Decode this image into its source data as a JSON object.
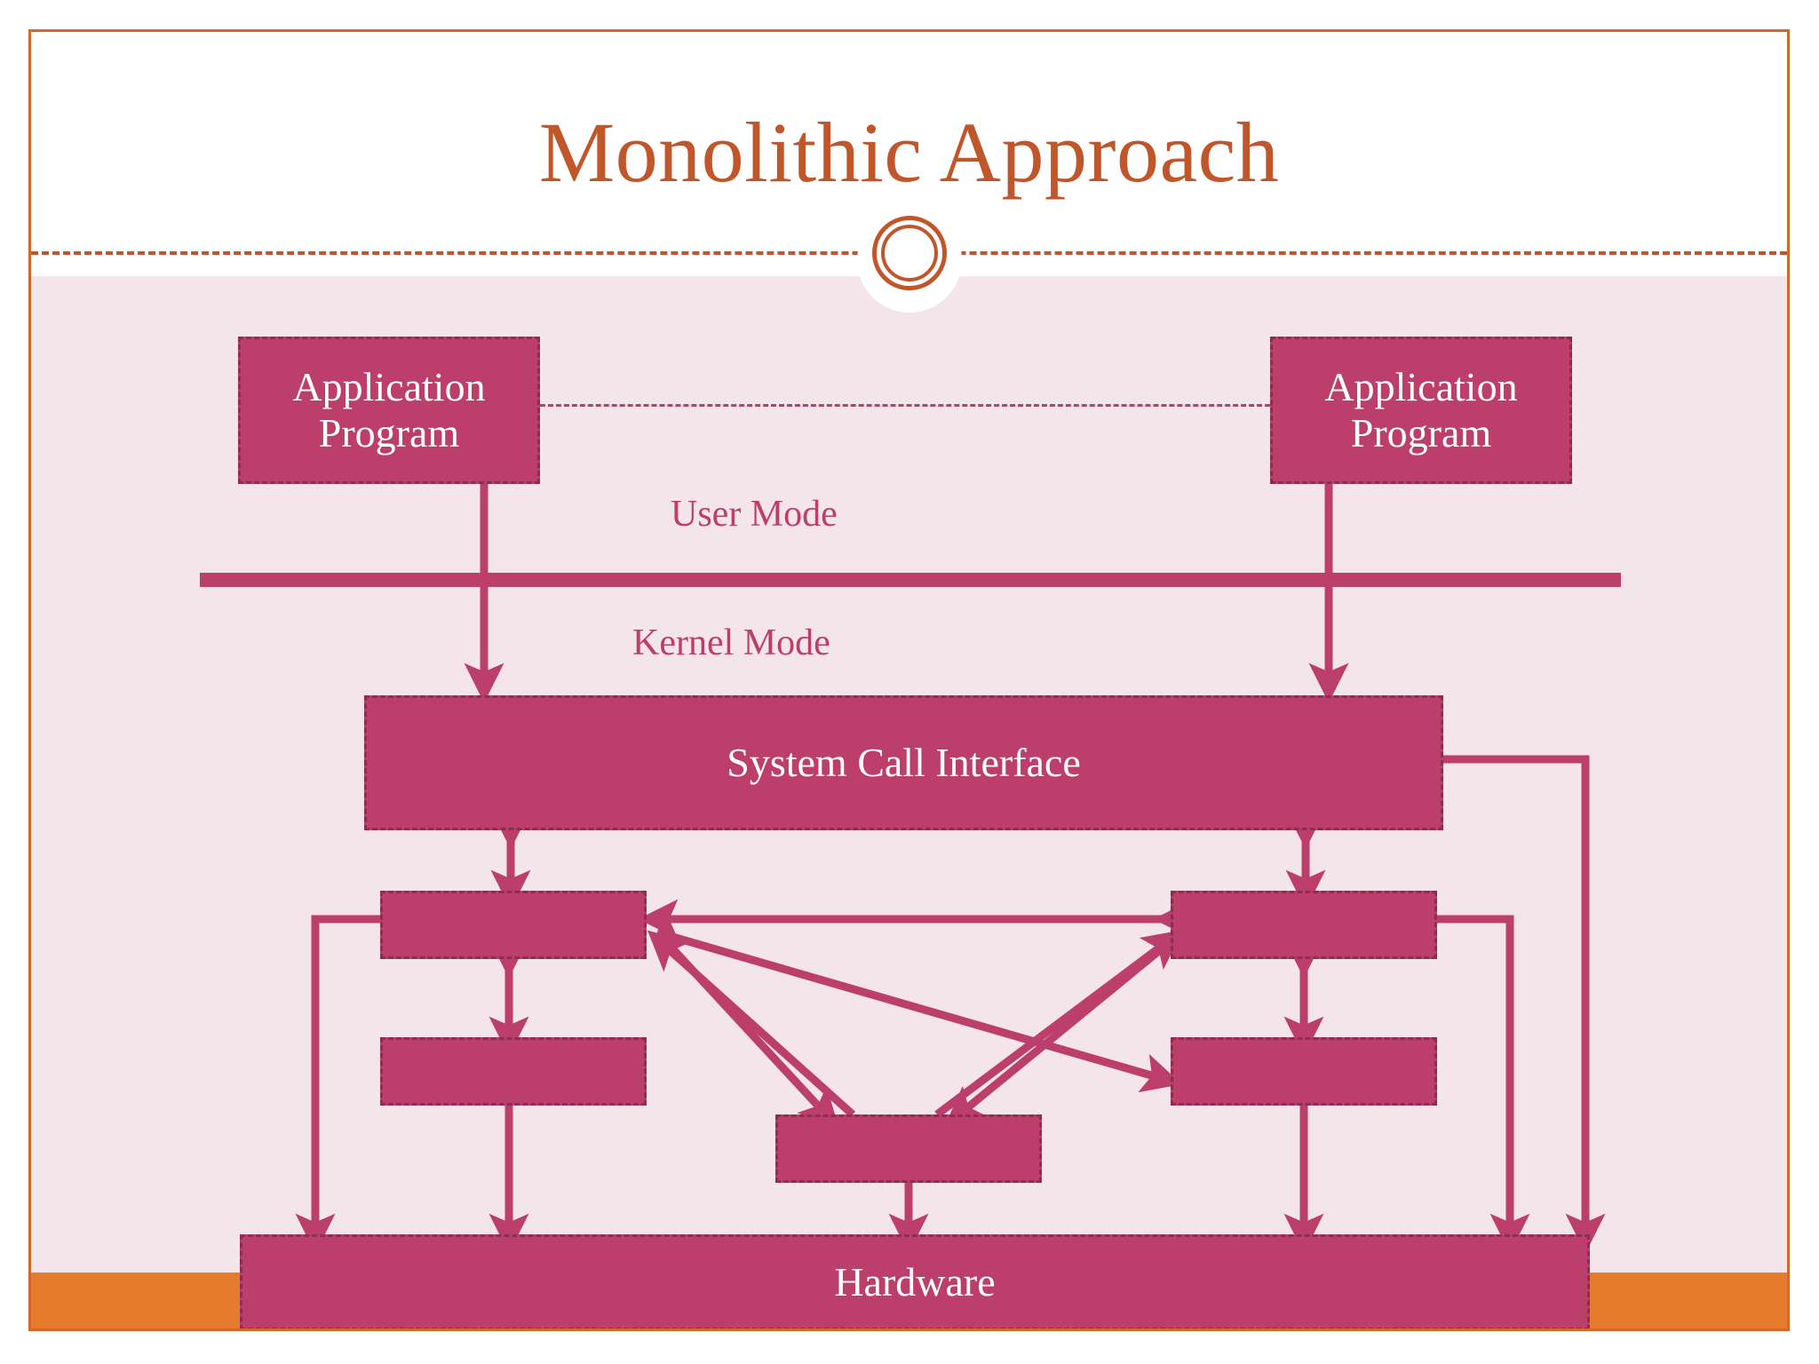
{
  "slide": {
    "title": "Monolithic Approach",
    "theme": {
      "accent_orange": "#c0562a",
      "band_orange": "#e57b2c",
      "node_fill": "#bc3e6b",
      "node_border": "#8e2d50",
      "panel_background": "#f4e5eb",
      "header_background": "#ffffff",
      "node_text": "#ffffff",
      "label_text": "#bc3e6b"
    },
    "ornament": "double-ring-circle-icon"
  },
  "diagram": {
    "type": "block-diagram",
    "mode_labels": {
      "user": "User Mode",
      "kernel": "Kernel Mode"
    },
    "nodes": [
      {
        "id": "app_left",
        "label": "Application\nProgram",
        "line1": "Application",
        "line2": "Program"
      },
      {
        "id": "app_right",
        "label": "Application\nProgram",
        "line1": "Application",
        "line2": "Program"
      },
      {
        "id": "sci",
        "label": "System Call Interface"
      },
      {
        "id": "mod_a",
        "label": ""
      },
      {
        "id": "mod_b",
        "label": ""
      },
      {
        "id": "mod_c",
        "label": ""
      },
      {
        "id": "mod_d",
        "label": ""
      },
      {
        "id": "mod_e",
        "label": ""
      },
      {
        "id": "hardware",
        "label": "Hardware"
      }
    ],
    "edges": [
      {
        "from": "app_left",
        "to": "app_right",
        "style": "dashed",
        "arrows": "none"
      },
      {
        "from": "app_left",
        "to": "sci",
        "style": "solid",
        "arrows": "end"
      },
      {
        "from": "app_right",
        "to": "sci",
        "style": "solid",
        "arrows": "end"
      },
      {
        "from": "sci",
        "to": "mod_a",
        "style": "solid",
        "arrows": "both"
      },
      {
        "from": "sci",
        "to": "mod_c",
        "style": "solid",
        "arrows": "both"
      },
      {
        "from": "mod_a",
        "to": "mod_b",
        "style": "solid",
        "arrows": "both"
      },
      {
        "from": "mod_c",
        "to": "mod_d",
        "style": "solid",
        "arrows": "both"
      },
      {
        "from": "mod_c",
        "to": "mod_a",
        "style": "solid",
        "arrows": "both"
      },
      {
        "from": "mod_a",
        "to": "mod_e",
        "style": "solid",
        "arrows": "end"
      },
      {
        "from": "mod_c",
        "to": "mod_e",
        "style": "solid",
        "arrows": "end"
      },
      {
        "from": "mod_e",
        "to": "mod_a",
        "style": "solid",
        "arrows": "end"
      },
      {
        "from": "mod_e",
        "to": "mod_c",
        "style": "solid",
        "arrows": "end"
      },
      {
        "from": "mod_a",
        "to": "mod_d",
        "style": "solid",
        "arrows": "end"
      },
      {
        "from": "mod_b",
        "to": "hardware",
        "style": "solid",
        "arrows": "end"
      },
      {
        "from": "mod_e",
        "to": "hardware",
        "style": "solid",
        "arrows": "end"
      },
      {
        "from": "mod_d",
        "to": "hardware",
        "style": "solid",
        "arrows": "end"
      },
      {
        "from": "mod_a",
        "to": "hardware",
        "style": "solid",
        "arrows": "end",
        "routing": "left-elbow"
      },
      {
        "from": "mod_c",
        "to": "hardware",
        "style": "solid",
        "arrows": "end",
        "routing": "right-elbow"
      },
      {
        "from": "sci",
        "to": "hardware",
        "style": "solid",
        "arrows": "end",
        "routing": "far-right-elbow"
      }
    ]
  }
}
